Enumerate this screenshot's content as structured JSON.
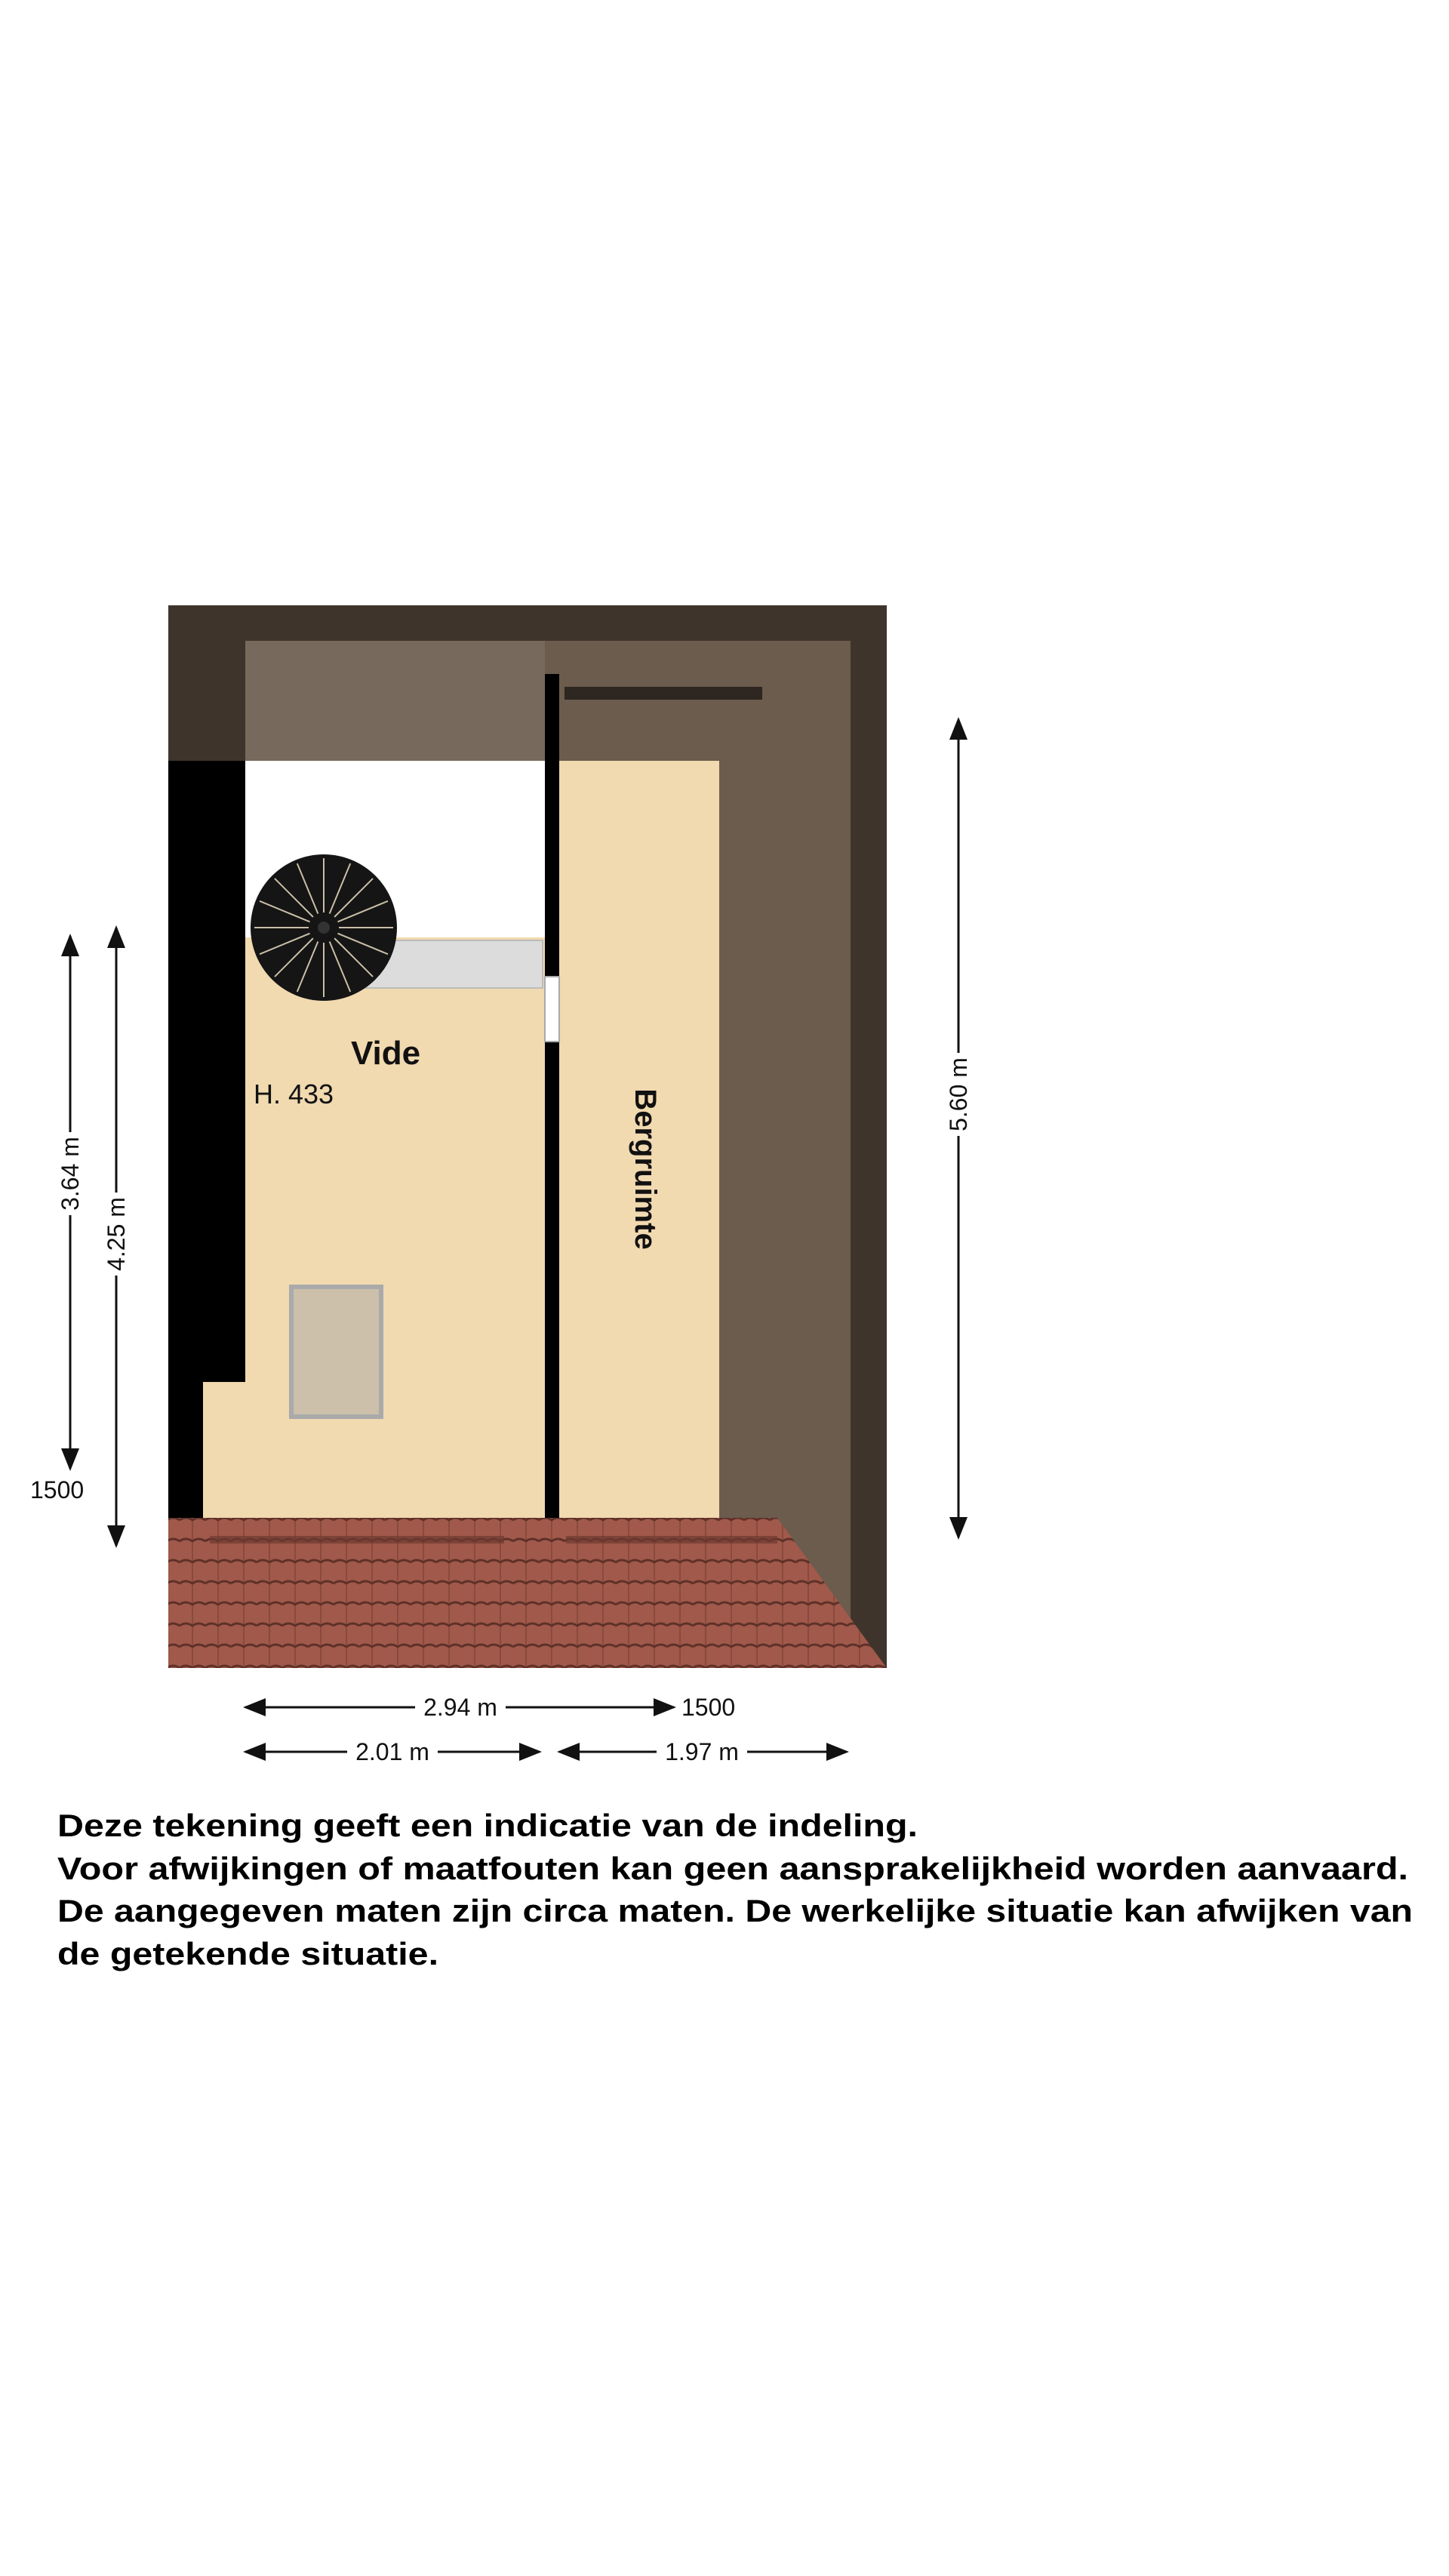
{
  "floorplan": {
    "rooms": [
      {
        "name": "Vide",
        "height_label": "H. 433"
      },
      {
        "name": "Bergruimte"
      }
    ],
    "dimensions": {
      "left_inner": "3.64 m",
      "left_inner_extra": "1500",
      "left_outer": "4.25 m",
      "right": "5.60 m",
      "bottom_total": "2.94 m",
      "bottom_total_extra": "1500",
      "bottom_left": "2.01 m",
      "bottom_right": "1.97 m"
    },
    "colors": {
      "floor": "#f1d9b0",
      "roof": "#5a4a3c",
      "wall": "#000000",
      "tiles": "#a0594a"
    }
  },
  "disclaimer": [
    "Deze tekening geeft een indicatie van de indeling.",
    "Voor  afwijkingen of maatfouten kan geen aansprakelijkheid worden aanvaard.",
    "De aangegeven maten zijn circa maten. De werkelijke situatie kan afwijken van",
    "de getekende situatie."
  ]
}
